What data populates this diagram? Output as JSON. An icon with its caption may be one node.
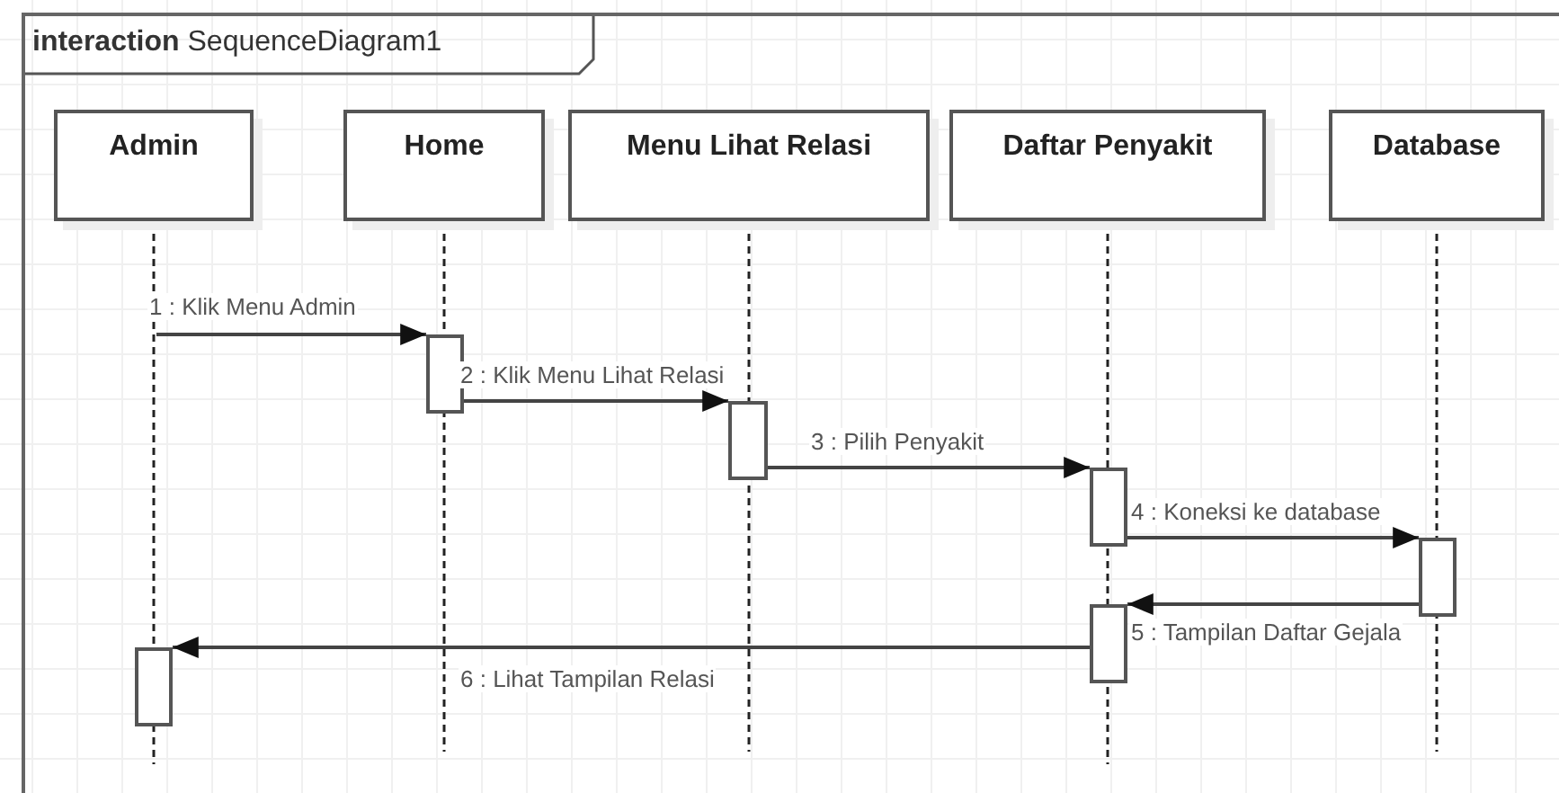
{
  "diagram": {
    "nodes": [
      {
        "text": [
          "**interaction** SequenceDiagram1"
        ]
      },
      {
        "text": [
          "Admin"
        ],
        "in": 0
      },
      {
        "text": [
          "Home"
        ],
        "in": 0
      },
      {
        "text": [
          "Menu Lihat Relasi"
        ],
        "in": 0
      },
      {
        "text": [
          "Daftar Penyakit"
        ],
        "in": 0
      },
      {
        "text": [
          "Database"
        ],
        "in": 0
      },
      {
        "text": [],
        "shape": "bar",
        "in": 0
      },
      {
        "text": [],
        "shape": "bar",
        "in": 0
      },
      {
        "text": [],
        "shape": "bar",
        "in": 0
      },
      {
        "text": [],
        "shape": "bar",
        "in": 0
      },
      {
        "text": [],
        "shape": "bar",
        "in": 0
      },
      {
        "text": [],
        "shape": "bar",
        "in": 0
      }
    ],
    "edges": [
      {
        "from": null,
        "to": 6,
        "arrow": "to",
        "label": "1 : Klik Menu Admin"
      },
      {
        "from": 6,
        "to": 7,
        "arrow": "to",
        "label": "2 : Klik Menu Lihat Relasi"
      },
      {
        "from": 7,
        "to": 8,
        "arrow": "to",
        "label": "3 : Pilih Penyakit"
      },
      {
        "from": 8,
        "to": 10,
        "arrow": "to",
        "label": "4 : Koneksi ke database"
      },
      {
        "from": 10,
        "to": 9,
        "arrow": "to",
        "label": "5 : Tampilan Daftar Gejala"
      },
      {
        "from": 9,
        "to": 11,
        "arrow": "to",
        "label": "6 : Lihat Tampilan Relasi"
      }
    ]
  }
}
